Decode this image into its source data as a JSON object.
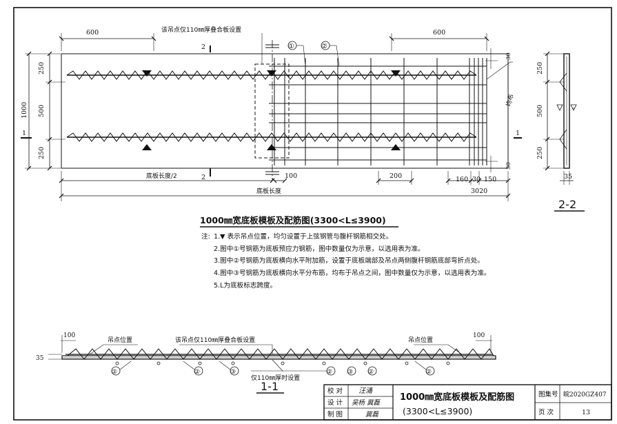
{
  "plan": {
    "title": "1000㎜宽底板模板及配筋图(3300<L≤3900)",
    "callout_lift_point": "该吊点仅110㎜厚叠合板设置",
    "dim_600_left": "600",
    "dim_600_right": "600",
    "dim_250_top": "250",
    "dim_500": "500",
    "dim_250_bottom": "250",
    "dim_1000": "1000",
    "dim_half_length": "底板长度/2",
    "dim_full_length": "底板长度",
    "dim_100": "100",
    "dim_200": "200",
    "dim_160": "160",
    "dim_30": "30",
    "dim_150": "150",
    "dim_3020": "3020",
    "dim_30_top": "30",
    "dim_30_bottom": "30",
    "label_even": "均布",
    "section_2": "2",
    "section_1": "1",
    "bar_1": "①",
    "bar_2": "②"
  },
  "section_2_2": {
    "dim_250_top": "250",
    "dim_500": "500",
    "dim_250_bottom": "250",
    "dim_35": "35",
    "title": "2-2"
  },
  "notes": {
    "prefix": "注:",
    "items": [
      "1.▼ 表示吊点位置，均匀设置于上弦钢管与腹杆钢筋相交处。",
      "2.图中①号钢筋为底板预应力钢筋，图中数量仅为示意，以选用表为准。",
      "3.图中②号钢筋为底板横向水平附加筋，设置于底板端部及吊点两侧腹杆钢筋底部弯折点处。",
      "4.图中③号钢筋为底板横向水平分布筋，均布于吊点之间，图中数量仅为示意，以选用表为准。",
      "5.L为底板标志跨度。"
    ]
  },
  "section_1_1": {
    "title": "1-1",
    "dim_100_left": "100",
    "dim_100_right": "100",
    "dim_35": "35",
    "lift_left": "吊点位置",
    "lift_right": "吊点位置",
    "callout_top": "该吊点仅110㎜厚叠合板设置",
    "callout_bottom": "仅110㎜厚时设置",
    "circ_2": "②",
    "circ_3": "③"
  },
  "titleblock": {
    "check_label": "校 对",
    "check_sig": "汪涌",
    "design_label": "设 计",
    "design_sig": "吴杨 冀磊",
    "draw_label": "制 图",
    "draw_sig": "冀磊",
    "drawing_title_1": "1000㎜宽底板模板及配筋图",
    "drawing_title_2": "(3300<L≤3900)",
    "atlas_label": "图集号",
    "atlas_no": "皖2020GZ407",
    "page_label": "页 次",
    "page_no": "13"
  }
}
